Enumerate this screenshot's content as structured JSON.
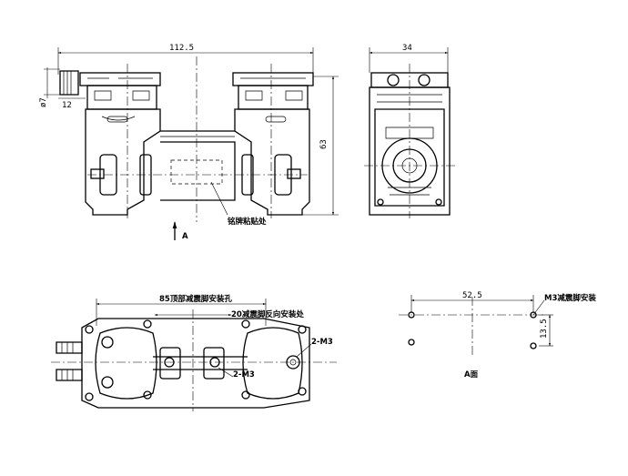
{
  "front_view": {
    "dim_width": "112.5",
    "dim_height": "63",
    "dim_tube_dia": "ø7",
    "dim_tube_len": "12",
    "nameplate_label": "铭牌粘贴处",
    "view_arrow_label": "A"
  },
  "side_view": {
    "dim_width": "34"
  },
  "bottom_view": {
    "dim_top_holes": "85顶部减震脚安装孔",
    "dim_reverse_holes": "20减震脚反向安装处",
    "hole_label_right": "2-M3",
    "hole_label_center": "2-M3"
  },
  "view_a": {
    "dim_spacing_x": "52.5",
    "dim_spacing_y": "13.5",
    "hole_label": "M3减震脚安装",
    "caption": "A面"
  }
}
